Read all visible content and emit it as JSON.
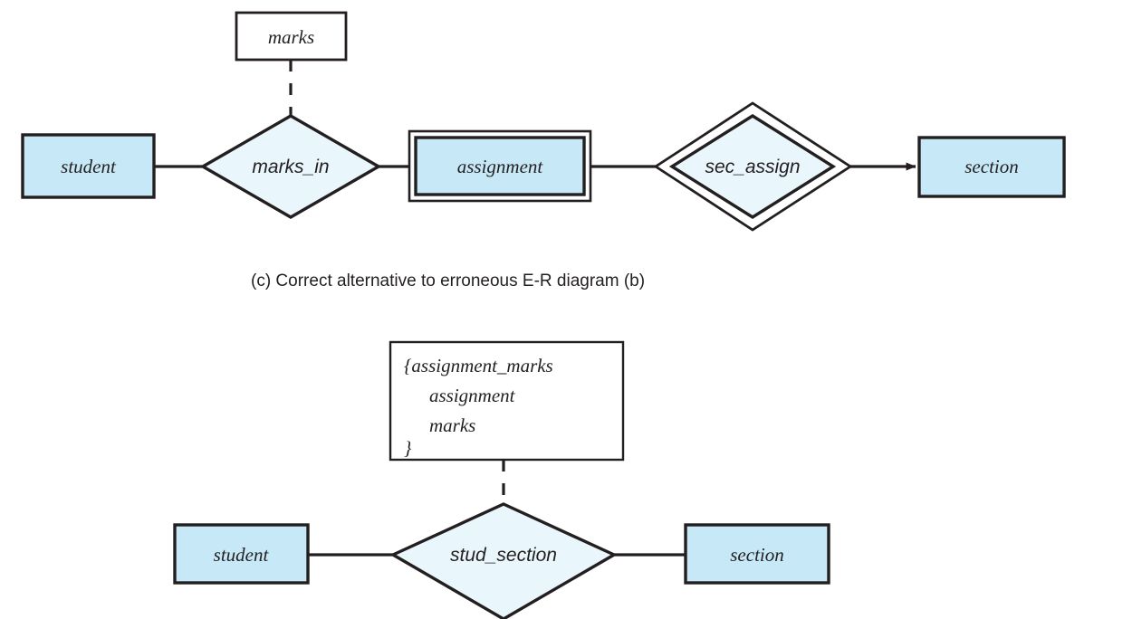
{
  "figure": {
    "caption": "(c) Correct alternative to erroneous E-R diagram (b)",
    "colors": {
      "entity_fill": "#c7e9f7",
      "relationship_fill": "#e9f7fc",
      "attribute_fill": "#ffffff",
      "stroke": "#231f20",
      "background": "#ffffff"
    }
  },
  "diagram_top": {
    "name": "correct-alternative-er-diagram",
    "entities": [
      {
        "id": "student",
        "label": "student",
        "kind": "strong-entity"
      },
      {
        "id": "assignment",
        "label": "assignment",
        "kind": "weak-entity"
      },
      {
        "id": "section",
        "label": "section",
        "kind": "strong-entity"
      }
    ],
    "relationships": [
      {
        "id": "marks_in",
        "label": "marks_in",
        "kind": "relationship"
      },
      {
        "id": "sec_assign",
        "label": "sec_assign",
        "kind": "identifying-relationship"
      }
    ],
    "attributes": [
      {
        "id": "marks",
        "label": "marks",
        "kind": "descriptive-attribute",
        "attached_to": "marks_in"
      }
    ],
    "edges": [
      {
        "from": "student",
        "to": "marks_in",
        "style": "solid"
      },
      {
        "from": "marks_in",
        "to": "assignment",
        "style": "solid"
      },
      {
        "from": "assignment",
        "to": "sec_assign",
        "style": "solid"
      },
      {
        "from": "sec_assign",
        "to": "section",
        "style": "solid-arrow"
      },
      {
        "from": "marks",
        "to": "marks_in",
        "style": "dashed"
      }
    ]
  },
  "diagram_bottom": {
    "name": "erroneous-er-diagram-b",
    "entities": [
      {
        "id": "student",
        "label": "student",
        "kind": "strong-entity"
      },
      {
        "id": "section",
        "label": "section",
        "kind": "strong-entity"
      }
    ],
    "relationships": [
      {
        "id": "stud_section",
        "label": "stud_section",
        "kind": "relationship"
      }
    ],
    "attributes": [
      {
        "id": "assignment_marks",
        "kind": "multivalued-composite-attribute",
        "attached_to": "stud_section",
        "lines": [
          "{assignment_marks",
          "assignment",
          "marks",
          "}"
        ]
      }
    ],
    "edges": [
      {
        "from": "student",
        "to": "stud_section",
        "style": "solid"
      },
      {
        "from": "stud_section",
        "to": "section",
        "style": "solid"
      },
      {
        "from": "assignment_marks",
        "to": "stud_section",
        "style": "dashed"
      }
    ]
  }
}
